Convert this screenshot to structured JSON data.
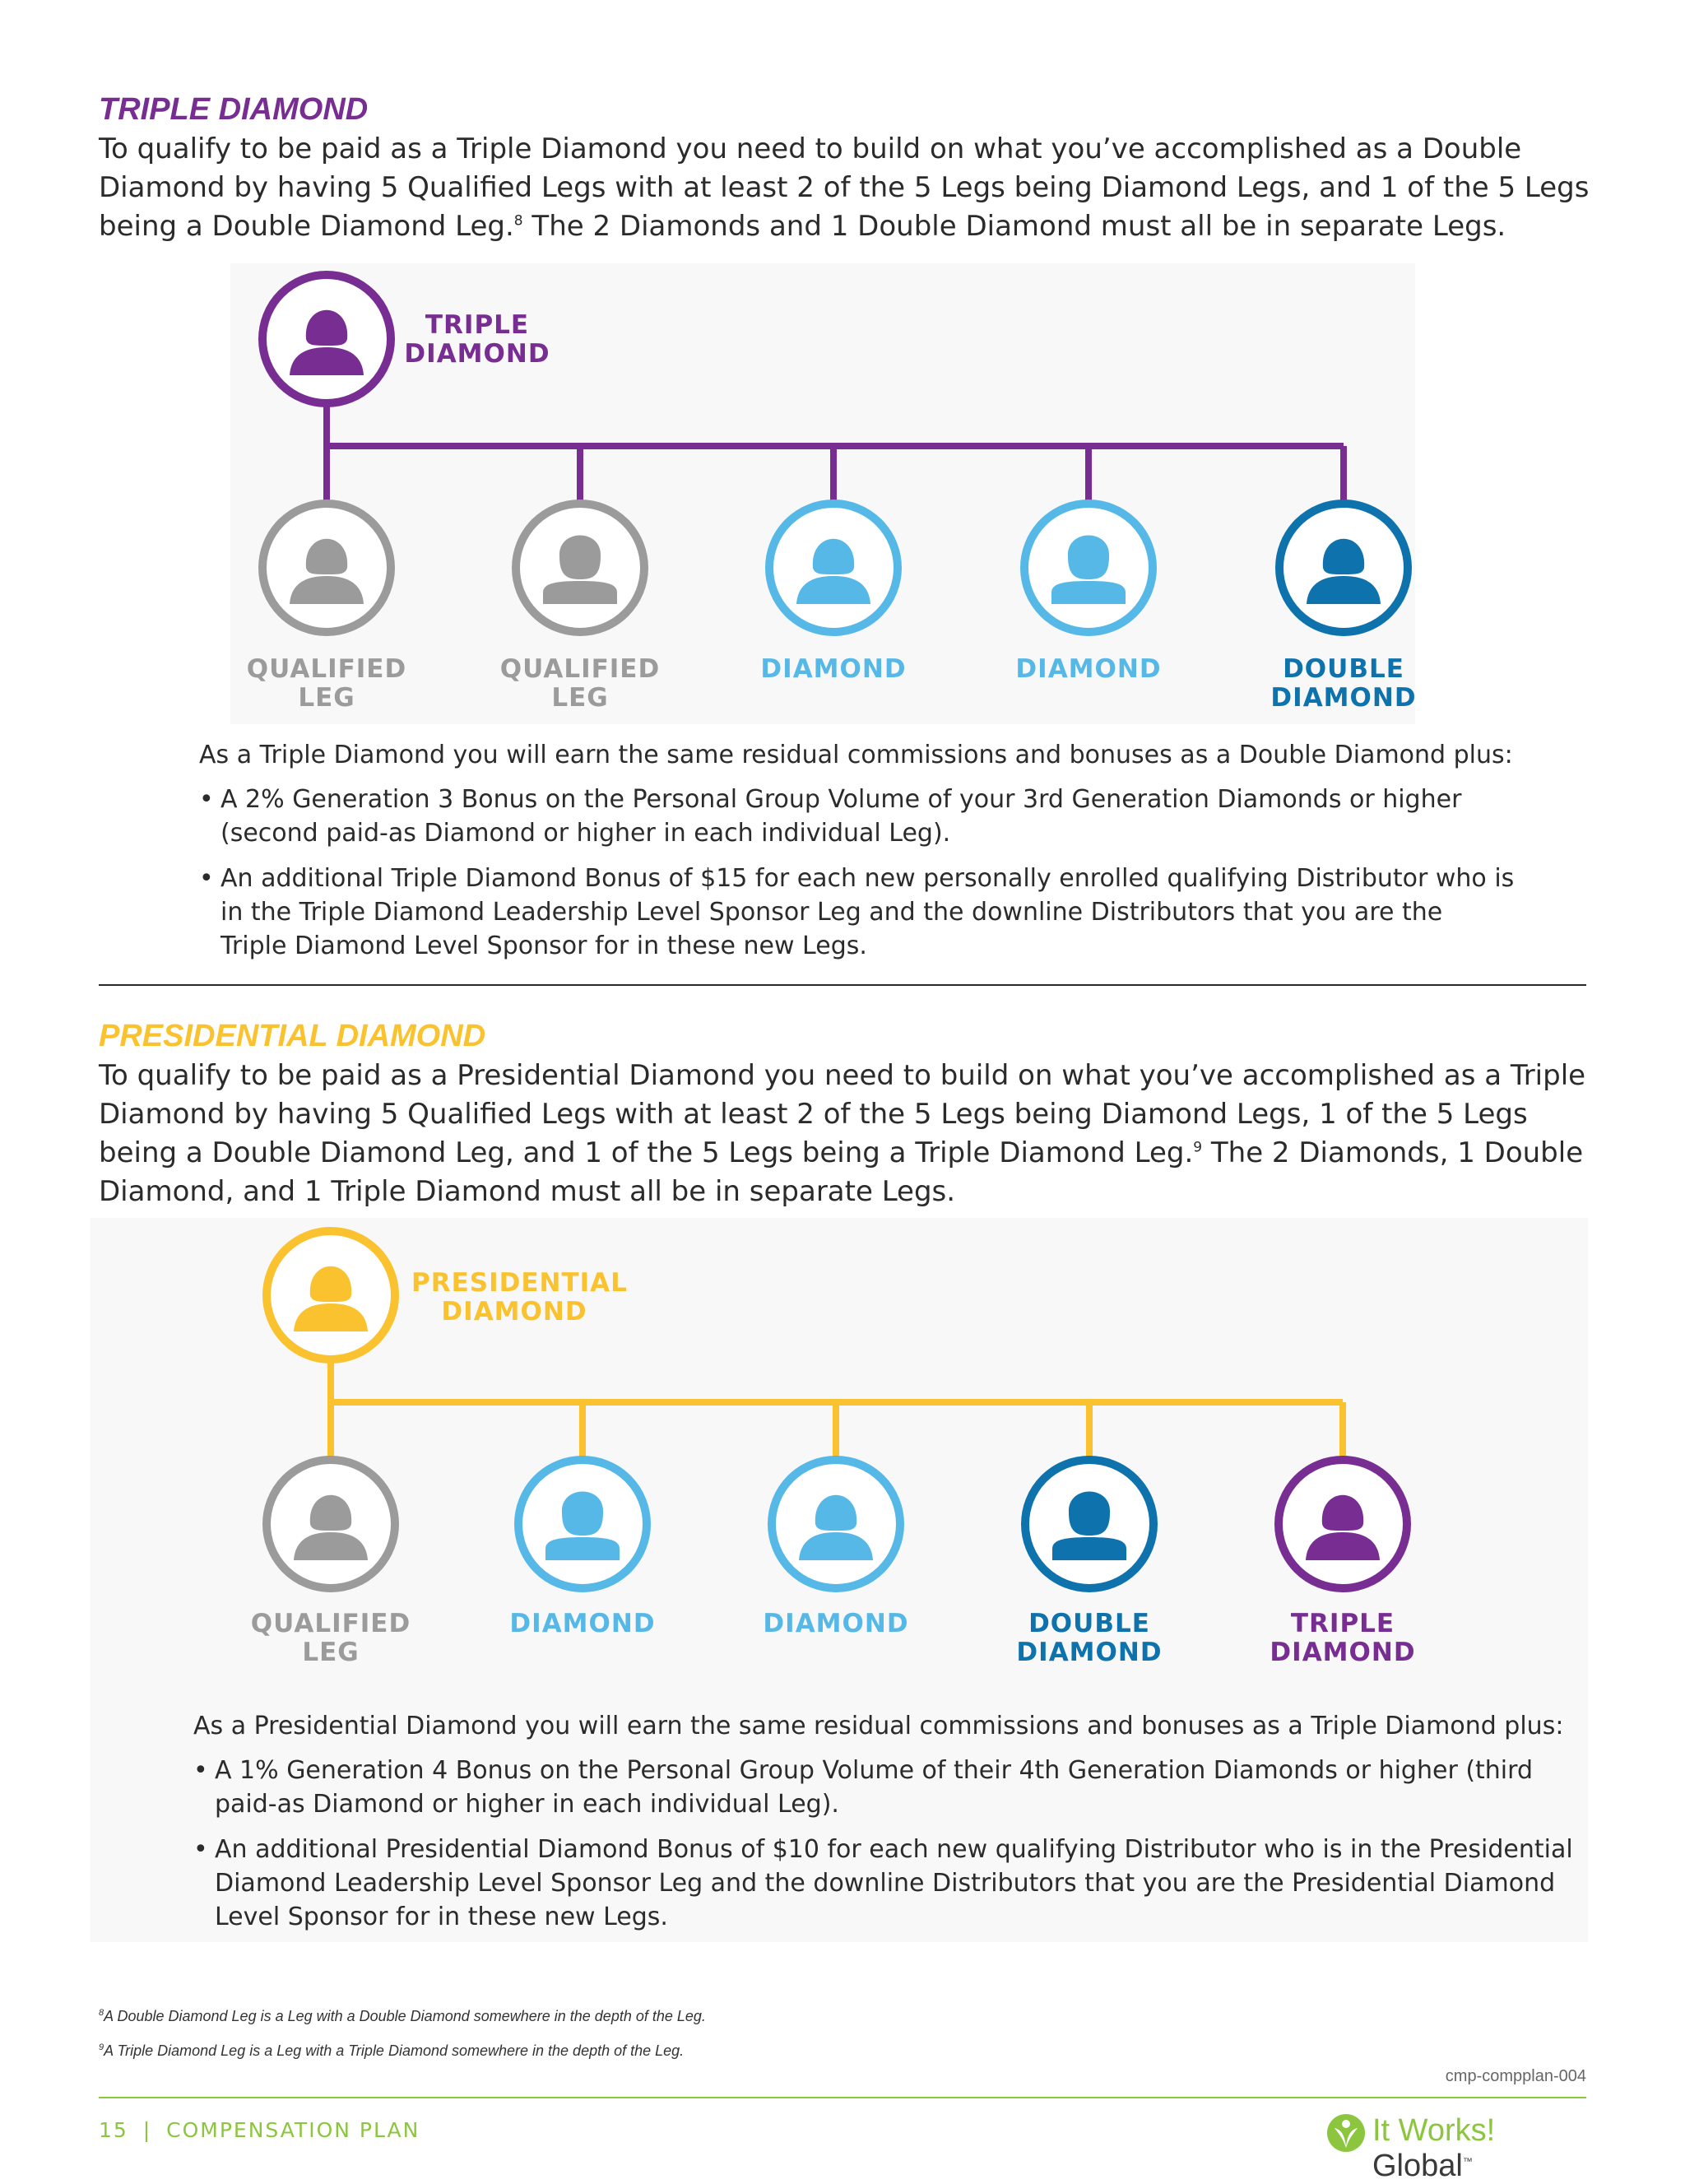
{
  "colors": {
    "purple": "#772d91",
    "gold": "#f9c22e",
    "gray": "#9b9b9b",
    "light_blue": "#55b8e6",
    "dark_blue": "#0e72ad",
    "green": "#8cc63f"
  },
  "triple": {
    "title": "TRIPLE DIAMOND",
    "intro_1": "To qualify to be paid as a Triple Diamond you need to build on what you’ve accomplished as a Double Diamond by having 5 Qualified Legs with at least 2 of the 5 Legs being Diamond Legs, and 1 of the 5 Legs being a Double Diamond Leg.",
    "intro_sup": "8",
    "intro_2": " The 2 Diamonds and 1 Double Diamond must all be in separate Legs.",
    "top": {
      "label_1": "TRIPLE",
      "label_2": "DIAMOND",
      "icon": "female-person-icon"
    },
    "nodes": [
      {
        "label_1": "QUALIFIED",
        "label_2": "LEG",
        "icon": "female-person-icon"
      },
      {
        "label_1": "QUALIFIED",
        "label_2": "LEG",
        "icon": "male-person-icon"
      },
      {
        "label_1": "DIAMOND",
        "label_2": "",
        "icon": "female-person-icon"
      },
      {
        "label_1": "DIAMOND",
        "label_2": "",
        "icon": "male-person-icon"
      },
      {
        "label_1": "DOUBLE",
        "label_2": "DIAMOND",
        "icon": "female-person-icon"
      }
    ],
    "lead": "As a Triple Diamond you will earn the same residual commissions and bonuses as a Double Diamond plus:",
    "bullets": [
      "A 2% Generation 3 Bonus on the Personal Group Volume of your 3rd Generation Diamonds or higher (second paid-as Diamond or higher in each individual Leg).",
      "An additional Triple Diamond Bonus of $15 for each new personally enrolled qualifying Distributor who is in the Triple Diamond Leadership Level Sponsor Leg and the downline Distributors that you are the Triple Diamond Level Sponsor for in these new Legs."
    ]
  },
  "presidential": {
    "title": "PRESIDENTIAL DIAMOND",
    "intro_1": "To qualify to be paid as a Presidential Diamond you need to build on what you’ve accomplished as a Triple Diamond by having 5 Qualified Legs with at least 2 of the 5 Legs being Diamond Legs, 1 of the 5 Legs being a Double Diamond Leg, and 1 of the 5 Legs being a Triple Diamond Leg.",
    "intro_sup": "9",
    "intro_2": " The 2 Diamonds, 1 Double Diamond, and 1 Triple Diamond must all be in separate Legs.",
    "top": {
      "label_1": "PRESIDENTIAL",
      "label_2": "DIAMOND",
      "icon": "female-person-icon"
    },
    "nodes": [
      {
        "label_1": "QUALIFIED",
        "label_2": "LEG",
        "icon": "female-person-icon"
      },
      {
        "label_1": "DIAMOND",
        "label_2": "",
        "icon": "male-person-icon"
      },
      {
        "label_1": "DIAMOND",
        "label_2": "",
        "icon": "female-person-icon"
      },
      {
        "label_1": "DOUBLE",
        "label_2": "DIAMOND",
        "icon": "male-person-icon"
      },
      {
        "label_1": "TRIPLE",
        "label_2": "DIAMOND",
        "icon": "female-person-icon"
      }
    ],
    "lead": "As a Presidential Diamond you will earn the same residual commissions and bonuses as a Triple Diamond plus:",
    "bullets": [
      "A 1% Generation 4 Bonus on the Personal Group Volume of their 4th Generation Diamonds or higher (third paid-as Diamond or higher in each individual Leg).",
      "An additional Presidential Diamond Bonus of $10 for each new qualifying Distributor who is in the Presidential Diamond Leadership Level Sponsor Leg and the downline Distributors that you are the Presidential Diamond Level Sponsor for in these new Legs."
    ]
  },
  "footnotes": [
    {
      "num": "8",
      "text": "A Double Diamond Leg is a Leg with a Double Diamond somewhere in the depth of the Leg."
    },
    {
      "num": "9",
      "text": "A Triple Diamond Leg is a Leg with a Triple Diamond somewhere in the depth of the Leg."
    }
  ],
  "footer": {
    "code": "cmp-compplan-004",
    "page": "15",
    "divider": "|",
    "section": "COMPENSATION PLAN",
    "logo_prefix": "It Works",
    "logo_bang": "!",
    "logo_suffix": " Global",
    "logo_tm": "™",
    "logo_icon": "leaf-person-icon"
  }
}
